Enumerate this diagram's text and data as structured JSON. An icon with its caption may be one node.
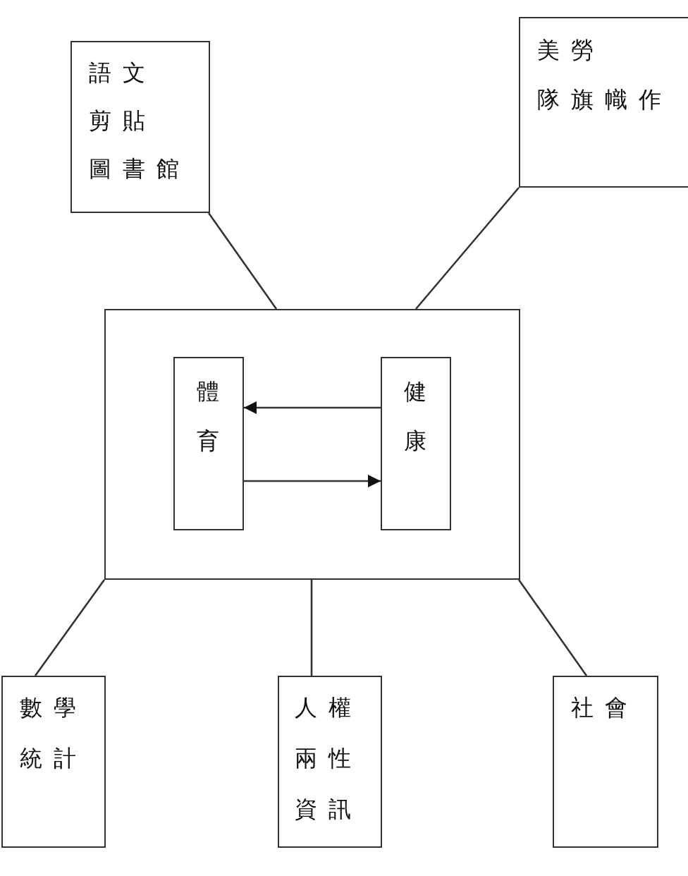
{
  "diagram": {
    "nodes": [
      {
        "text": [
          "語文",
          "剪貼",
          "圖書館"
        ]
      },
      {
        "text": [
          "美勞",
          "隊旗幟作"
        ]
      },
      {
        "text": [],
        "shape": "box"
      },
      {
        "text": [
          "體育"
        ],
        "in": 2
      },
      {
        "text": [
          "健康"
        ],
        "in": 2
      },
      {
        "text": [
          "數學",
          "統計"
        ]
      },
      {
        "text": [
          "人權",
          "兩性",
          "資訊"
        ]
      },
      {
        "text": [
          "社會"
        ]
      }
    ],
    "edges": [
      {
        "from": 0,
        "to": 2,
        "arrow": "none"
      },
      {
        "from": 1,
        "to": 2,
        "arrow": "none"
      },
      {
        "from": 4,
        "to": 3,
        "arrow": "to"
      },
      {
        "from": 3,
        "to": 4,
        "arrow": "to"
      },
      {
        "from": 2,
        "to": 5,
        "arrow": "none"
      },
      {
        "from": 2,
        "to": 6,
        "arrow": "none"
      },
      {
        "from": 2,
        "to": 7,
        "arrow": "none"
      }
    ]
  }
}
